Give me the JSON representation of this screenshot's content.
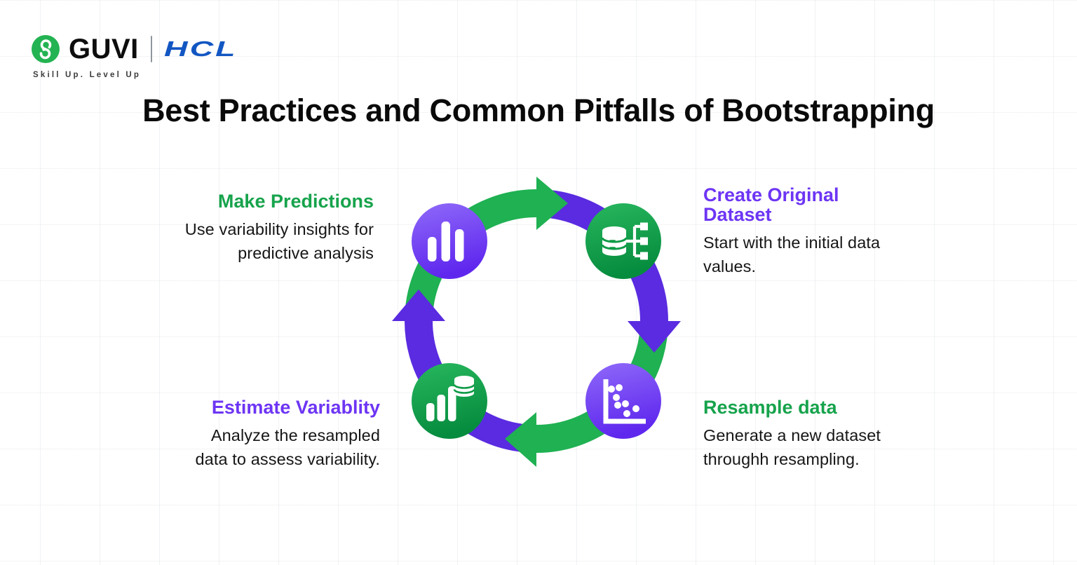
{
  "brand": {
    "logo": "guvi-logo",
    "logo_color": "#23B352",
    "guvi": "GUVI",
    "partner": "HCL",
    "partner_color": "#1256C2",
    "tagline": "Skill Up. Level Up"
  },
  "title": "Best Practices and Common Pitfalls of Bootstrapping",
  "colors": {
    "heading_green": "#17A34C",
    "heading_purple": "#6D35F4",
    "arc_green": "#1FB152",
    "arc_purple": "#5A2BE0"
  },
  "diagram": {
    "type": "cycle",
    "direction": "clockwise",
    "nodes": [
      {
        "icon": "bar-chart-icon",
        "circle_color": "purple",
        "position": "top-left"
      },
      {
        "icon": "database-tree-icon",
        "circle_color": "green",
        "position": "top-right"
      },
      {
        "icon": "scatter-plot-icon",
        "circle_color": "purple",
        "position": "bottom-right"
      },
      {
        "icon": "bar-growth-database-icon",
        "circle_color": "green",
        "position": "bottom-left"
      }
    ]
  },
  "steps": [
    {
      "name": "create-original-dataset",
      "heading_lines": [
        "Create Original",
        "Dataset"
      ],
      "body_lines": [
        "Start with the initial data",
        "values."
      ],
      "heading_color": "#6D35F4"
    },
    {
      "name": "resample-data",
      "heading_lines": [
        "Resample data"
      ],
      "body_lines": [
        "Generate a new dataset",
        "throughh resampling."
      ],
      "heading_color": "#17A34C"
    },
    {
      "name": "estimate-variablity",
      "heading_lines": [
        "Estimate Variablity"
      ],
      "body_lines": [
        "Analyze the resampled",
        "data to assess variability."
      ],
      "heading_color": "#6D35F4"
    },
    {
      "name": "make-predictions",
      "heading_lines": [
        "Make Predictions"
      ],
      "body_lines": [
        "Use variability insights for",
        "predictive analysis"
      ],
      "heading_color": "#17A34C"
    }
  ]
}
